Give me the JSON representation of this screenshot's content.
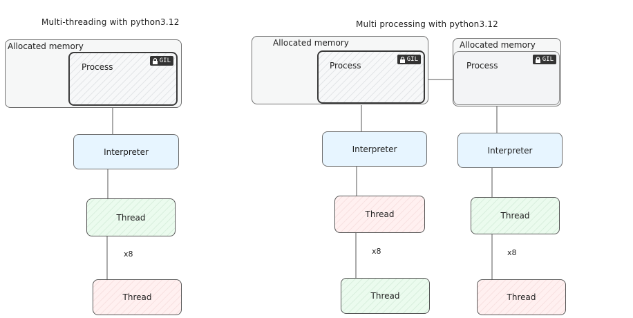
{
  "titles": {
    "threading": "Multi-threading with python3.12",
    "processing": "Multi processing with python3.12"
  },
  "memory_label": "Allocated memory",
  "process_label": "Process",
  "gil_badge": "GIL",
  "interpreter_label": "Interpreter",
  "thread_label": "Thread",
  "multiplier": "x8",
  "colors": {
    "interpreter": "#e7f5ff",
    "thread_green": "#ebfbee",
    "thread_pink": "#fff0f0",
    "gil_badge": "#333333"
  },
  "icons": [
    "lock-icon"
  ]
}
